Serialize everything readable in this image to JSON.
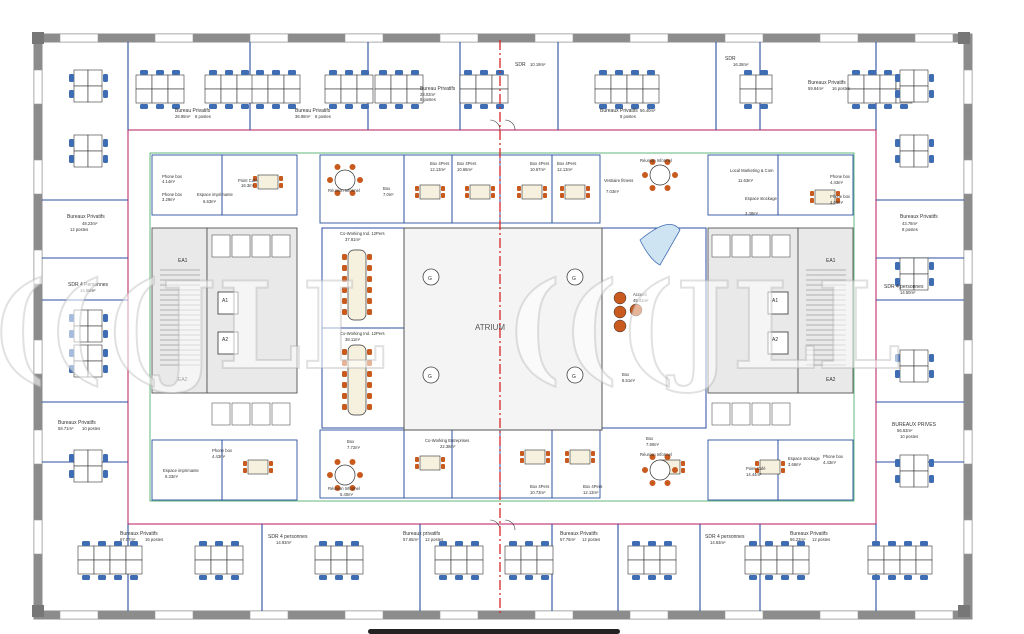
{
  "colors": {
    "wall": "#8c8c8c",
    "partition": "#2b4fa0",
    "partition_magenta": "#c0306a",
    "axis": "#d6262a",
    "desk": "#ffffff",
    "chair_blue": "#3f6db3",
    "chair_orange": "#c85a1e",
    "core_fill": "#e9e9e9"
  },
  "atrium": {
    "label": "ATRIUM"
  },
  "watermark": {
    "text": "(((JLL"
  },
  "rooms": [
    {
      "name": "Bureau Privatifs",
      "area": "26.95m²",
      "seats": "8 postes"
    },
    {
      "name": "Bureau Privatifs",
      "area": "36.98m²",
      "seats": "8 postes"
    },
    {
      "name": "Bureau Privatifs",
      "area": "28.03m²",
      "seats": "8 postes"
    },
    {
      "name": "SDR",
      "area": "10.19m²",
      "seats": ""
    },
    {
      "name": "Bureaux Privatifs",
      "area": "56.40m²",
      "seats": "8 postes"
    },
    {
      "name": "SDR",
      "area": "16.28m²",
      "seats": ""
    },
    {
      "name": "Bureaux Privatifs",
      "area": "59.84m²",
      "seats": "16 postes"
    },
    {
      "name": "Bureaux Privatifs",
      "area": "48.23m²",
      "seats": "12 postes"
    },
    {
      "name": "SDR 4 Personnes",
      "area": "14.88m²",
      "seats": ""
    },
    {
      "name": "Bureaux Privatifs",
      "area": "58.71m²",
      "seats": "10 postes"
    },
    {
      "name": "Bureaux Privatifs",
      "area": "43.78m²",
      "seats": "8 postes"
    },
    {
      "name": "SDR 4 personnes",
      "area": "14.50m²",
      "seats": ""
    },
    {
      "name": "BUREAUX PRIVES",
      "area": "56.63m²",
      "seats": "10 postes"
    },
    {
      "name": "Bureaux Privatifs",
      "area": "67.07m²",
      "seats": "16 postes"
    },
    {
      "name": "SDR 4 personnes",
      "area": "14.93m²",
      "seats": ""
    },
    {
      "name": "Bureaux privatifs",
      "area": "57.65m²",
      "seats": "12 postes"
    },
    {
      "name": "Bureaux Privatifs",
      "area": "57.75m²",
      "seats": "12 postes"
    },
    {
      "name": "SDR 4 personnes",
      "area": "14.63m²",
      "seats": ""
    },
    {
      "name": "Bureaux Privatifs",
      "area": "56.23m²",
      "seats": "12 postes"
    }
  ],
  "inner_rooms": [
    {
      "name": "Phone box",
      "area": "4.14m²"
    },
    {
      "name": "Phone box",
      "area": "3.29m²"
    },
    {
      "name": "Point Café",
      "area": "16.3m²"
    },
    {
      "name": "Espace imprimante",
      "area": "6.63m²"
    },
    {
      "name": "Réunion Informel",
      "area": ""
    },
    {
      "name": "Box",
      "area": "7.0m²"
    },
    {
      "name": "Box 4Pers",
      "area": "12.13m²"
    },
    {
      "name": "Box 4Pers",
      "area": "10.66m²"
    },
    {
      "name": "Box 4Pers",
      "area": "10.67m²"
    },
    {
      "name": "Box 4Pers",
      "area": "12.13m²"
    },
    {
      "name": "Vestiaire fitness",
      "area": "7.03m²"
    },
    {
      "name": "Réunion Informel",
      "area": ""
    },
    {
      "name": "Local Marketing & Com",
      "area": "11.63m²"
    },
    {
      "name": "Espace stockage",
      "area": "3.38m²"
    },
    {
      "name": "Phone box",
      "area": "4.43m²"
    },
    {
      "name": "Phone box",
      "area": "4.05m²"
    },
    {
      "name": "Co-Working Ind. 12Pers",
      "area": "37.81m²"
    },
    {
      "name": "Co-Working Ind. 12Pers",
      "area": "38.11m²"
    },
    {
      "name": "Accueil",
      "area": "45.41m²"
    },
    {
      "name": "Box",
      "area": "7.72m²"
    },
    {
      "name": "Box",
      "area": "7.90m²"
    },
    {
      "name": "Box",
      "area": "8.51m²"
    },
    {
      "name": "Co-Working Entreprises",
      "area": "22.38m²"
    },
    {
      "name": "Box 4Pers",
      "area": "10.73m²"
    },
    {
      "name": "Box 4Pers",
      "area": "12.13m²"
    },
    {
      "name": "Espace imprimante",
      "area": "6.33m²"
    },
    {
      "name": "Réunion Informel",
      "area": "5.40m²"
    },
    {
      "name": "Phone box",
      "area": "4.43m²"
    },
    {
      "name": "Point Café",
      "area": "14.44m²"
    },
    {
      "name": "Phone box",
      "area": "4.43m²"
    },
    {
      "name": "Espace stockage",
      "area": "3.66m²"
    },
    {
      "name": "Réunion Informel",
      "area": ""
    }
  ],
  "cores": [
    {
      "code": "EA1"
    },
    {
      "code": "A1"
    },
    {
      "code": "A2"
    },
    {
      "code": "EA2"
    },
    {
      "code": "EA1"
    },
    {
      "code": "A1"
    },
    {
      "code": "A2"
    },
    {
      "code": "EA2"
    }
  ],
  "markers": [
    {
      "code": "G"
    },
    {
      "code": "G"
    },
    {
      "code": "G"
    },
    {
      "code": "G"
    }
  ]
}
